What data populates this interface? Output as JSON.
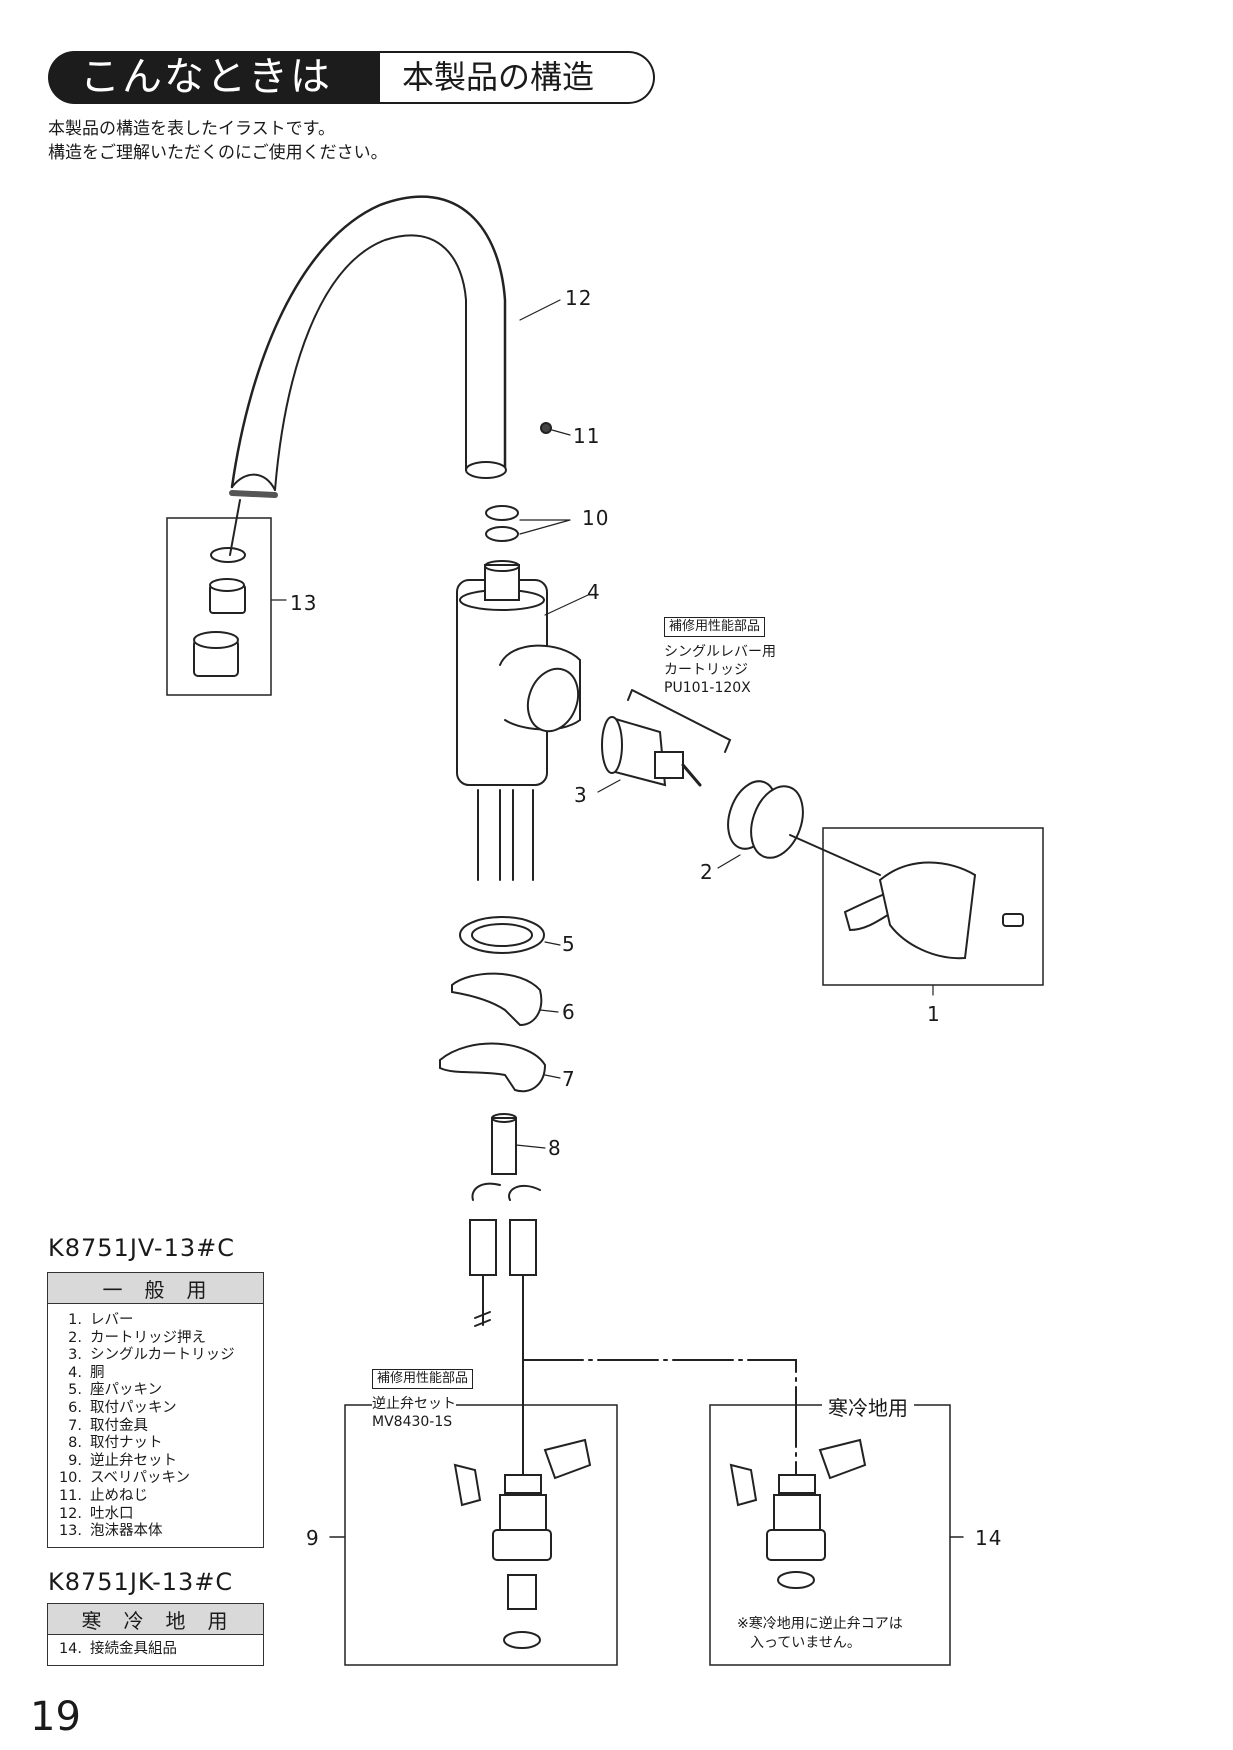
{
  "header": {
    "section": "こんなときは",
    "title": "本製品の構造"
  },
  "intro": [
    "本製品の構造を表したイラストです。",
    "構造をご理解いただくのにご使用ください。"
  ],
  "callouts": {
    "c1": "1",
    "c2": "2",
    "c3": "3",
    "c4": "4",
    "c5": "5",
    "c6": "6",
    "c7": "7",
    "c8": "8",
    "c9": "9",
    "c10": "10",
    "c11": "11",
    "c12": "12",
    "c13": "13",
    "c14": "14"
  },
  "cartridge_box": {
    "tag": "補修用性能部品",
    "name_line1": "シングルレバー用",
    "name_line2": "カートリッジ",
    "part_no": "PU101-120X"
  },
  "valve_box": {
    "tag": "補修用性能部品",
    "name": "逆止弁セット",
    "part_no": "MV8430-1S"
  },
  "cold_box": {
    "title": "寒冷地用",
    "note_line1": "※寒冷地用に逆止弁コアは",
    "note_line2": "入っていません。"
  },
  "model_general": {
    "code": "K8751JV-13#C",
    "header": "一般用",
    "items": [
      {
        "no": "1.",
        "name": "レバー"
      },
      {
        "no": "2.",
        "name": "カートリッジ押え"
      },
      {
        "no": "3.",
        "name": "シングルカートリッジ"
      },
      {
        "no": "4.",
        "name": "胴"
      },
      {
        "no": "5.",
        "name": "座パッキン"
      },
      {
        "no": "6.",
        "name": "取付パッキン"
      },
      {
        "no": "7.",
        "name": "取付金具"
      },
      {
        "no": "8.",
        "name": "取付ナット"
      },
      {
        "no": "9.",
        "name": "逆止弁セット"
      },
      {
        "no": "10.",
        "name": "スベリパッキン"
      },
      {
        "no": "11.",
        "name": "止めねじ"
      },
      {
        "no": "12.",
        "name": "吐水口"
      },
      {
        "no": "13.",
        "name": "泡沫器本体"
      }
    ]
  },
  "model_cold": {
    "code": "K8751JK-13#C",
    "header": "寒冷地用",
    "items": [
      {
        "no": "14.",
        "name": "接続金具組品"
      }
    ]
  },
  "page_number": "19"
}
